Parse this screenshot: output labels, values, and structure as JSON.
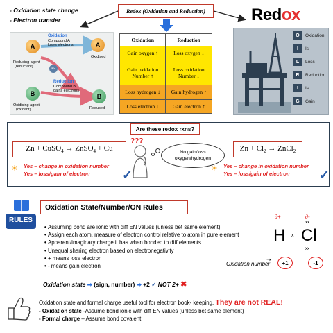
{
  "header": {
    "title": "Redox (Oxidation and Reduction)",
    "notes": [
      "- Oxidation state change",
      "- Electron transfer"
    ],
    "redox_word_plain": "Red",
    "redox_word_ox": "ox"
  },
  "electron_diagram": {
    "oxidation_title": "Oxidation",
    "oxidation_desc_1": "Compound A",
    "oxidation_desc_2": "loses electrons",
    "reduction_title": "Reduction",
    "reduction_desc_1": "Compound B",
    "reduction_desc_2": "gains electrons",
    "reducing_agent": "Reducing agent",
    "reducing_agent_sub": "(reductant)",
    "oxidizing_agent": "Oxidising agent",
    "oxidizing_agent_sub": "(oxidant)",
    "oxidised_label": "Oxidised",
    "reduced_label": "Reduced",
    "sphere_a": "A",
    "sphere_b": "B",
    "electron": "e-"
  },
  "table": {
    "headers": [
      "Oxidation",
      "Reduction"
    ],
    "rows": [
      [
        "Gain oxygen ↑",
        "Loss oxygen ↓"
      ],
      [
        "Gain oxidation Number ↑",
        "Loss oxidation Number ↓"
      ],
      [
        "Loss hydrogen ↓",
        "Gain hydrogen ↑"
      ],
      [
        "Loss electron ↓",
        "Gain electron ↑"
      ]
    ],
    "row_colors": [
      "#ffe600",
      "#ffe600",
      "#f5a623",
      "#f5a623"
    ]
  },
  "mnemonic": {
    "letters": [
      "O",
      "I",
      "L",
      "R",
      "I",
      "G"
    ],
    "words": [
      "Oxidation",
      "Is",
      "Loss",
      "Reduction",
      "Is",
      "Gain"
    ]
  },
  "redox_check": {
    "question": "Are these redox rxns?",
    "thought": "No gain/loss oxygen/hydrogen",
    "thinker_mark": "?",
    "left": {
      "eq_1": "Zn + CuSO",
      "eq_sub_1": "4",
      "eq_2": " → ZnSO",
      "eq_sub_2": "4",
      "eq_3": " + Cu",
      "yes_1": "Yes – change in oxidation number",
      "yes_2": "Yes – loss/gain of electron"
    },
    "right": {
      "eq_1": "Zn + Cl",
      "eq_sub_1": "2",
      "eq_2": " → ZnCl",
      "eq_sub_2": "2",
      "yes_1": "Yes – change in oxidation number",
      "yes_2": "Yes – loss/gain of electron"
    }
  },
  "rules": {
    "badge": "RULES",
    "title": "Oxidation State/Number/ON Rules",
    "bullets": [
      "Assuming bond are ionic with diff EN values (unless bet same element)",
      "Assign each atom, measure of electron control relative to atom in pure element",
      "Apparent/imaginary charge it has when bonded to diff elements",
      "Unequal sharing electron based on electronegativity",
      "+ means lose electron",
      "- means gain electron"
    ],
    "hcl": {
      "h": "H",
      "cl": "Cl",
      "delta_plus": "∂+",
      "delta_minus": "∂-",
      "dots": "xx",
      "bond_mark": "x",
      "on_label": "Oxidation number",
      "on_h": "+1",
      "on_cl": "-1"
    },
    "ox_state_label": "Oxidation state",
    "ox_state_format": "(sign, number)",
    "ox_state_right": "+2",
    "ox_state_wrong": "NOT 2+"
  },
  "bottom": {
    "line_1": "Oxidation state and formal charge useful tool for electron book- keeping.",
    "not_real": "They are not REAL!",
    "line_2_label": "- Oxidation state",
    "line_2_text": " -Assume bond ionic with diff EN values (unless bet same element)",
    "line_3_label": "- Formal charge",
    "line_3_text": " – Assume bond covalent"
  },
  "colors": {
    "accent_red": "#e02020",
    "box_border": "#c0392b",
    "arrow_blue": "#2a6fdb",
    "check_blue": "#2a5ca8",
    "yellow": "#ffe600",
    "orange": "#f5a623"
  }
}
